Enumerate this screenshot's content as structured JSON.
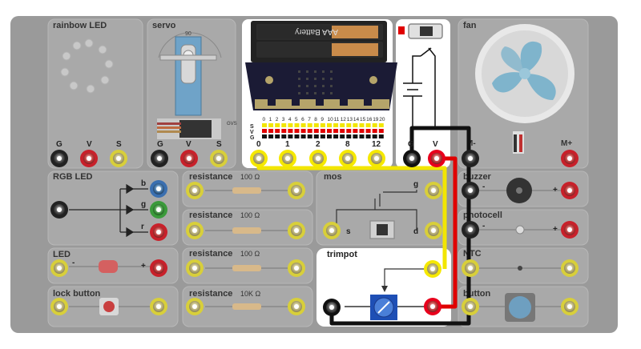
{
  "colors": {
    "board": "#9a9a9a",
    "module": "#a8a8a8",
    "highlight": "#ffffff",
    "wire_yellow": "#f2e600",
    "wire_red": "#e00000",
    "wire_black": "#111111",
    "port_yellow": "#f5e800",
    "port_red": "#e8001c",
    "port_black": "#111111",
    "microbit": "#1b1b35",
    "fan": "#7fb4cc"
  },
  "modules": {
    "rainbow_led": "rainbow LED",
    "servo": "servo",
    "servo_angle": "90",
    "fan": "fan",
    "rgb_led": "RGB LED",
    "rgb_b": "b",
    "rgb_g": "g",
    "rgb_r": "r",
    "led": "LED",
    "lock_button": "lock button",
    "resistance": "resistance",
    "r1_value": "100 Ω",
    "r2_value": "100 Ω",
    "r3_value": "100 Ω",
    "r4_value": "10K Ω",
    "mos": "mos",
    "mos_g": "g",
    "mos_s": "s",
    "mos_d": "d",
    "buzzer": "buzzer",
    "photocell": "photocell",
    "ntc": "NTC",
    "button": "button",
    "trimpot": "trimpot",
    "fan_minus": "M-",
    "fan_plus": "M+",
    "minus": "-",
    "plus": "+"
  },
  "gvs_left": {
    "g": "G",
    "v": "V",
    "s": "S"
  },
  "gvs_servo": {
    "g": "G",
    "v": "V",
    "s": "S"
  },
  "servo_connector": "GVS",
  "battery_label": "AAA Battery",
  "pins": [
    "0",
    "1",
    "2",
    "8",
    "12"
  ],
  "pin_header": {
    "numbers": [
      "0",
      "1",
      "2",
      "3",
      "4",
      "5",
      "6",
      "7",
      "8",
      "9",
      "10",
      "11",
      "12",
      "13",
      "14",
      "15",
      "16",
      "19",
      "20"
    ],
    "rows": [
      "S",
      "V",
      "G"
    ]
  },
  "power": {
    "g": "G",
    "v": "V"
  }
}
